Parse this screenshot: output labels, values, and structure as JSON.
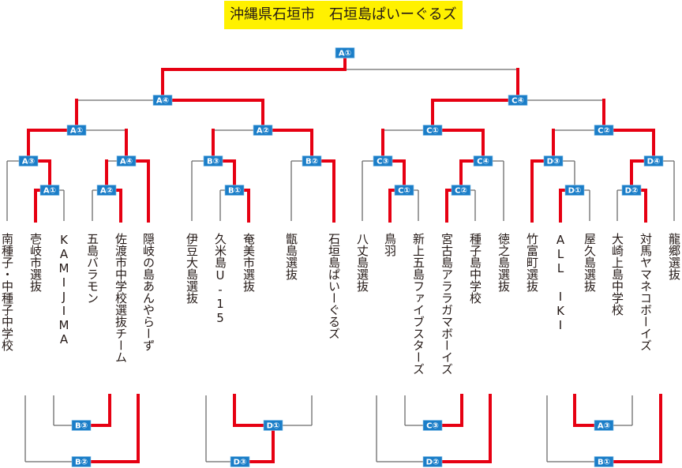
{
  "title": "沖縄県石垣市　石垣島ぱいーぐるズ",
  "colors": {
    "title_bg": "#fff100",
    "winner_line": "#e60012",
    "loser_line": "#6b6b6b",
    "match_box": "#1b7ec8",
    "match_box_border": "#8cc3ea"
  },
  "teams": [
    "南種子・中種子中学校",
    "壱岐市選抜",
    "KAMIJIMA",
    "五島バラモン",
    "佐渡市中学校選抜チーム",
    "隠岐の島あんやらーず",
    "伊豆大島選抜",
    "久米島U-15",
    "奄美市選抜",
    "甑島選抜",
    "石垣島ぱいーぐるズ",
    "八丈島選抜",
    "鳥羽",
    "新上五島ファイブスターズ",
    "宮古島アララガマボーイズ",
    "種子島中学校",
    "徳之島選抜",
    "竹富町選抜",
    "ALL IKI",
    "屋久島選抜",
    "大崎上島中学校",
    "対馬ヤマネコボーイズ",
    "龍郷選抜"
  ],
  "bracket": {
    "label": "A①",
    "winner": "left",
    "left": {
      "advanced": true,
      "match": {
        "label": "A④",
        "winner": "right",
        "left": {
          "advanced": true,
          "match": {
            "label": "A①",
            "winner": "left",
            "left": {
              "advanced": true,
              "match": {
                "label": "A③",
                "winner": "right",
                "left": {
                  "advanced": false,
                  "team": 0
                },
                "right": {
                  "advanced": true,
                  "match": {
                    "label": "A①",
                    "winner": "left",
                    "left": {
                      "advanced": true,
                      "team": 1
                    },
                    "right": {
                      "advanced": false,
                      "team": 2
                    }
                  }
                }
              }
            },
            "right": {
              "advanced": true,
              "match": {
                "label": "A④",
                "winner": "right",
                "left": {
                  "advanced": true,
                  "match": {
                    "label": "A②",
                    "winner": "right",
                    "left": {
                      "advanced": false,
                      "team": 3
                    },
                    "right": {
                      "advanced": true,
                      "team": 4
                    }
                  }
                },
                "right": {
                  "advanced": true,
                  "team": 5
                }
              }
            }
          }
        },
        "right": {
          "advanced": true,
          "match": {
            "label": "A②",
            "winner": "right",
            "left": {
              "advanced": true,
              "match": {
                "label": "B③",
                "winner": "right",
                "left": {
                  "advanced": false,
                  "team": 6
                },
                "right": {
                  "advanced": true,
                  "match": {
                    "label": "B①",
                    "winner": "right",
                    "left": {
                      "advanced": false,
                      "team": 7
                    },
                    "right": {
                      "advanced": true,
                      "team": 8
                    }
                  }
                }
              }
            },
            "right": {
              "advanced": true,
              "match": {
                "label": "B②",
                "winner": "right",
                "left": {
                  "advanced": false,
                  "team": 9
                },
                "right": {
                  "advanced": true,
                  "team": 10
                }
              }
            }
          }
        }
      }
    },
    "right": {
      "advanced": true,
      "match": {
        "label": "C④",
        "winner": "left",
        "left": {
          "advanced": true,
          "match": {
            "label": "C①",
            "winner": "right",
            "left": {
              "advanced": true,
              "match": {
                "label": "C③",
                "winner": "right",
                "left": {
                  "advanced": false,
                  "team": 11
                },
                "right": {
                  "advanced": true,
                  "match": {
                    "label": "C①",
                    "winner": "left",
                    "left": {
                      "advanced": true,
                      "team": 12
                    },
                    "right": {
                      "advanced": false,
                      "team": 13
                    }
                  }
                }
              }
            },
            "right": {
              "advanced": true,
              "match": {
                "label": "C④",
                "winner": "left",
                "left": {
                  "advanced": true,
                  "match": {
                    "label": "C②",
                    "winner": "left",
                    "left": {
                      "advanced": true,
                      "team": 14
                    },
                    "right": {
                      "advanced": false,
                      "team": 15
                    }
                  }
                },
                "right": {
                  "advanced": false,
                  "team": 16
                }
              }
            }
          }
        },
        "right": {
          "advanced": true,
          "match": {
            "label": "C②",
            "winner": "right",
            "left": {
              "advanced": true,
              "match": {
                "label": "D③",
                "winner": "left",
                "left": {
                  "advanced": true,
                  "team": 17
                },
                "right": {
                  "advanced": false,
                  "match": {
                    "label": "D①",
                    "winner": "left",
                    "left": {
                      "advanced": true,
                      "team": 18
                    },
                    "right": {
                      "advanced": false,
                      "team": 19
                    }
                  }
                }
              }
            },
            "right": {
              "advanced": true,
              "match": {
                "label": "D④",
                "winner": "left",
                "left": {
                  "advanced": true,
                  "match": {
                    "label": "D②",
                    "winner": "right",
                    "left": {
                      "advanced": false,
                      "team": 20
                    },
                    "right": {
                      "advanced": true,
                      "team": 21
                    }
                  }
                },
                "right": {
                  "advanced": false,
                  "team": 22
                }
              }
            }
          }
        }
      }
    }
  },
  "consolation_brackets": [
    {
      "inner": {
        "label": "B③",
        "winner": "right"
      },
      "outer": {
        "label": "B②",
        "winner": "right"
      }
    },
    {
      "inner": {
        "label": "D①",
        "winner": "left"
      },
      "outer": {
        "label": "D③",
        "winner": "right"
      }
    },
    {
      "inner": {
        "label": "C③",
        "winner": "right"
      },
      "outer": {
        "label": "D②",
        "winner": "right"
      }
    },
    {
      "inner": {
        "label": "A③",
        "winner": "left"
      },
      "outer": {
        "label": "B①",
        "winner": "right"
      }
    }
  ]
}
